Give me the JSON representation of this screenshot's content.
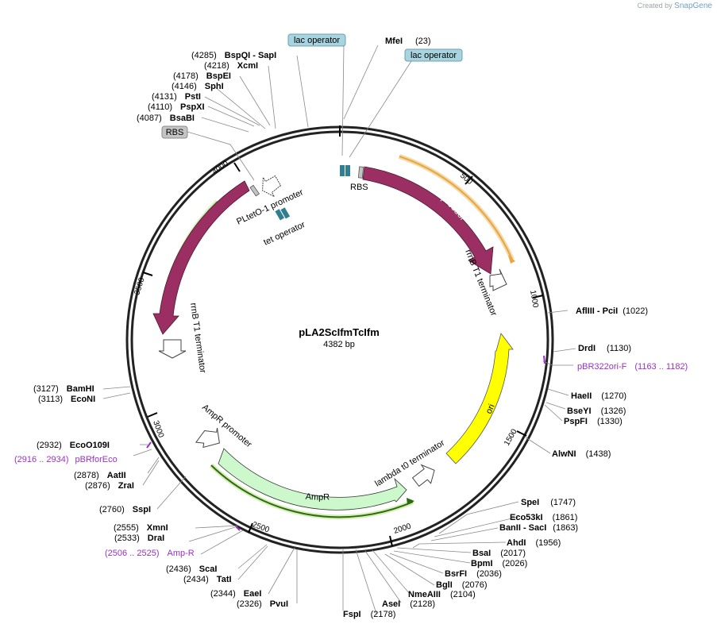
{
  "credit": {
    "prefix": "Created by",
    "brand": "SnapGene"
  },
  "plasmid": {
    "name": "pLA2ScIfmTcIfm",
    "length": "4382 bp"
  },
  "ticks": [
    "500",
    "1000",
    "1500",
    "2000",
    "2500",
    "3000",
    "3500",
    "4000"
  ],
  "sites": [
    {
      "label": "MfeI",
      "pos": "(23)"
    },
    {
      "label": "AflIII  - PciI",
      "pos": "(1022)"
    },
    {
      "label": "DrdI",
      "pos": "(1130)"
    },
    {
      "label": "HaeII",
      "pos": "(1270)"
    },
    {
      "label": "BseYI",
      "pos": "(1326)"
    },
    {
      "label": "PspFI",
      "pos": "(1330)"
    },
    {
      "label": "AlwNI",
      "pos": "(1438)"
    },
    {
      "label": "SpeI",
      "pos": "(1747)"
    },
    {
      "label": "Eco53kI",
      "pos": "(1861)"
    },
    {
      "label": "BanII  - SacI",
      "pos": "(1863)"
    },
    {
      "label": "AhdI",
      "pos": "(1956)"
    },
    {
      "label": "BsaI",
      "pos": "(2017)"
    },
    {
      "label": "BpmI",
      "pos": "(2026)"
    },
    {
      "label": "BsrFI",
      "pos": "(2036)"
    },
    {
      "label": "BglI",
      "pos": "(2076)"
    },
    {
      "label": "NmeAIII",
      "pos": "(2104)"
    },
    {
      "label": "AseI",
      "pos": "(2128)"
    },
    {
      "label": "FspI",
      "pos": "(2178)"
    },
    {
      "label": "PvuI",
      "pos": "(2326)"
    },
    {
      "label": "EaeI",
      "pos": "(2344)"
    },
    {
      "label": "TatI",
      "pos": "(2434)"
    },
    {
      "label": "ScaI",
      "pos": "(2436)"
    },
    {
      "label": "DraI",
      "pos": "(2533)"
    },
    {
      "label": "XmnI",
      "pos": "(2555)"
    },
    {
      "label": "SspI",
      "pos": "(2760)"
    },
    {
      "label": "ZraI",
      "pos": "(2876)"
    },
    {
      "label": "AatII",
      "pos": "(2878)"
    },
    {
      "label": "EcoO109I",
      "pos": "(2932)"
    },
    {
      "label": "EcoNI",
      "pos": "(3113)"
    },
    {
      "label": "BamHI",
      "pos": "(3127)"
    },
    {
      "label": "BsaBI",
      "pos": "(4087)"
    },
    {
      "label": "PspXI",
      "pos": "(4110)"
    },
    {
      "label": "PstI",
      "pos": "(4131)"
    },
    {
      "label": "SphI",
      "pos": "(4146)"
    },
    {
      "label": "BspEI",
      "pos": "(4178)"
    },
    {
      "label": "XcmI",
      "pos": "(4218)"
    },
    {
      "label": "BspQI  - SapI",
      "pos": "(4285)"
    }
  ],
  "primers": [
    {
      "name": "pBR322ori-F",
      "range": "(1163 .. 1182)"
    },
    {
      "name": "pBRforEco",
      "range": "(2916 .. 2934)"
    },
    {
      "name": "Amp-R",
      "range": "(2506 .. 2525)"
    }
  ],
  "boxes": {
    "lac1": "lac operator",
    "lac2": "lac operator",
    "rbs": "RBS"
  },
  "features": {
    "rbs": "RBS",
    "repressor1": "λ repressor",
    "repressor2": "λ repressor",
    "rrnb1": "rrnB T1 terminator",
    "rrnb2": "rrnB T1 terminator",
    "ori": "ori",
    "lambda_t0": "lambda t0 terminator",
    "ampr": "AmpR",
    "ampr_promoter": "AmpR promoter",
    "pltet": "PLtetO-1 promoter",
    "tetop": "tet operator"
  },
  "colors": {
    "backbone": "#222222",
    "repressor": "#9b2f63",
    "ori": "#ffff00",
    "ampr": "#ccf8cc",
    "primer": "#9b30c8",
    "operator": "#2f7f90",
    "op_box": "#a7d4df",
    "rbs_box": "#c4c4c4",
    "orf_orange": "#e8a640",
    "orf_green": "#6fae2a"
  }
}
